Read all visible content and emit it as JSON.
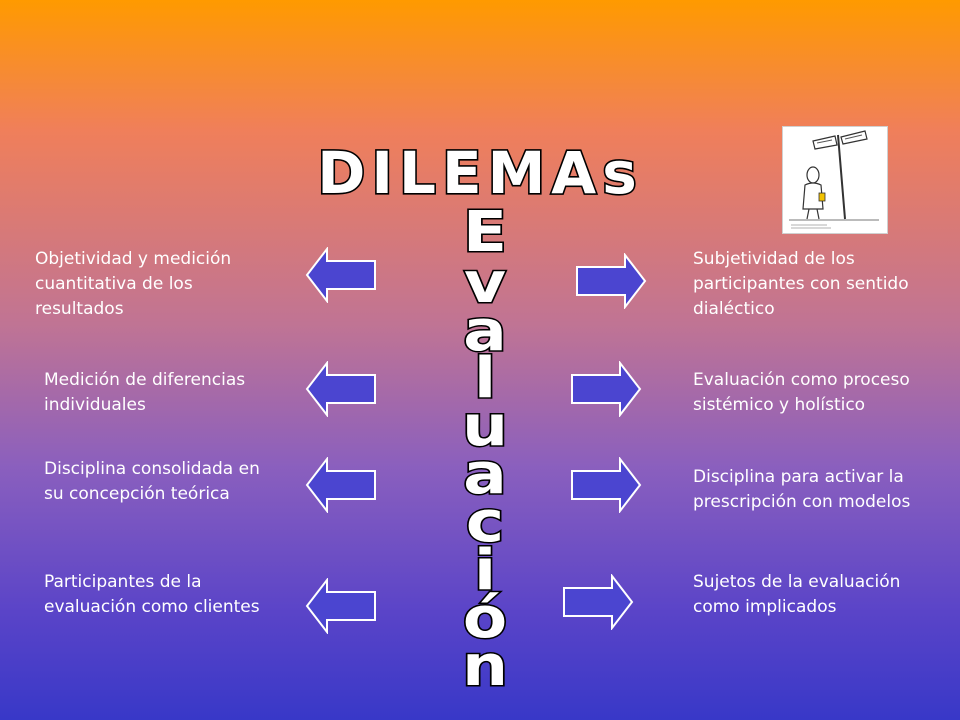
{
  "title": "DILEMAs",
  "vertical_word": [
    "E",
    "v",
    "a",
    "l",
    "u",
    "a",
    "c",
    "i",
    "ó",
    "n"
  ],
  "left_items": [
    "Objetividad y medición cuantitativa de los resultados",
    "Medición de diferencias individuales",
    "Disciplina consolidada en su concepción teórica",
    "Participantes de la evaluación como clientes"
  ],
  "right_items": [
    "Subjetividad de los participantes con sentido dialéctico",
    "Evaluación como proceso sistémico y holístico",
    "Disciplina para activar la prescripción con modelos",
    "Sujetos de la evaluación como implicados"
  ],
  "colors": {
    "arrow_fill": "#4b45d0",
    "arrow_outline": "#ffffff",
    "text": "#ffffff"
  },
  "icons": [
    "arrow-left-icon",
    "arrow-right-icon",
    "cartoon-signpost-icon"
  ]
}
